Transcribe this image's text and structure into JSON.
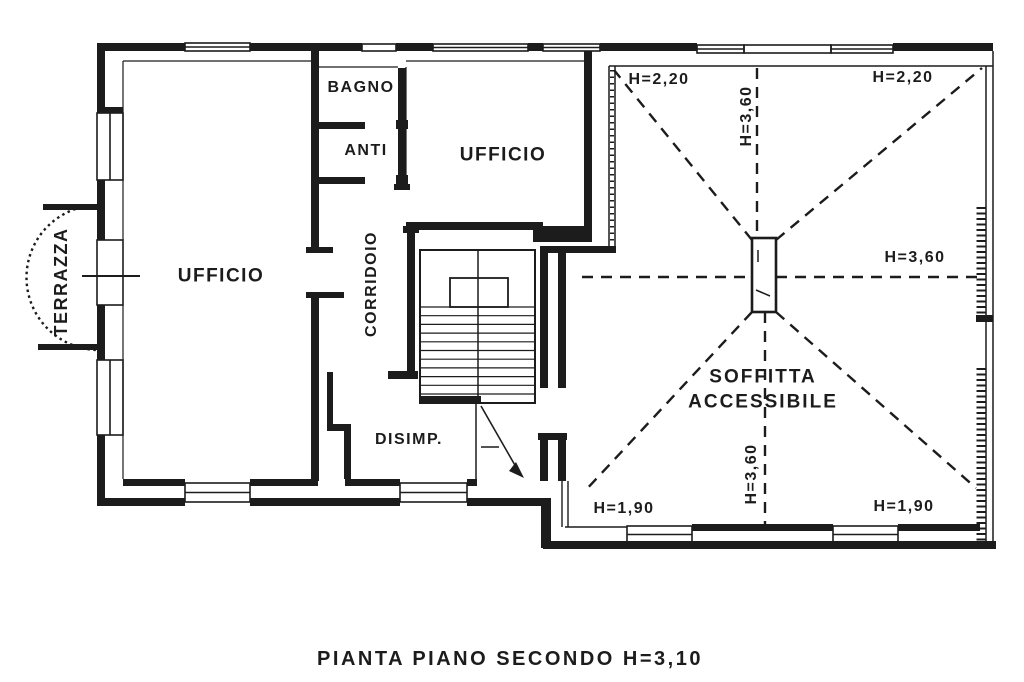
{
  "page": {
    "background": "#ffffff",
    "ink": "#1c1c1c"
  },
  "plan": {
    "caption": "PIANTA PIANO SECONDO  H=3,10",
    "rooms": {
      "terrazza": "TERRAZZA",
      "ufficio_left": "UFFICIO",
      "ufficio_top": "UFFICIO",
      "bagno": "BAGNO",
      "anti": "ANTI",
      "corridoio": "CORRIDOIO",
      "disimpegno": "DISIMP.",
      "soffitta_line1": "SOFFITTA",
      "soffitta_line2": "ACCESSIBILE"
    },
    "height_annotations": {
      "soffitta_top_left": "H=2,20",
      "soffitta_top_right": "H=2,20",
      "ridge_top": "H=3,60",
      "ridge_right": "H=3,60",
      "ridge_bottom": "H=3,60",
      "soffitta_bottom_left": "H=1,90",
      "soffitta_bottom_right": "H=1,90"
    }
  }
}
